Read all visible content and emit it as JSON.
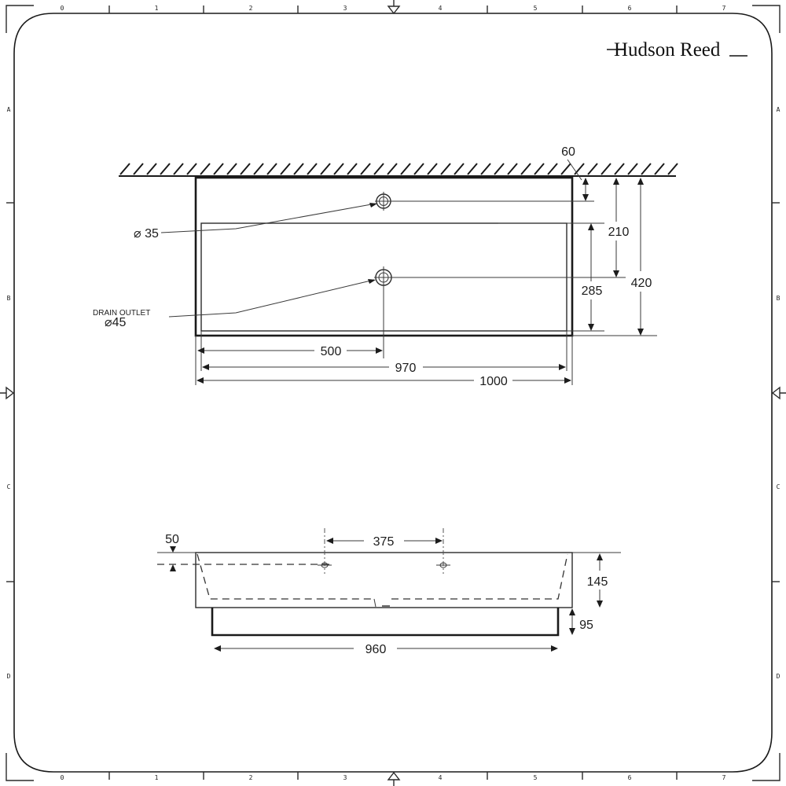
{
  "brand": {
    "name": "Hudson Reed"
  },
  "grid": {
    "columns": [
      "0",
      "1",
      "2",
      "3",
      "4",
      "5",
      "6",
      "7"
    ],
    "rows": [
      "A",
      "B",
      "C",
      "D"
    ]
  },
  "plan_view": {
    "tap_hole_label": "⌀ 35",
    "drain_outlet_title": "DRAIN OUTLET",
    "drain_outlet_label": "⌀45",
    "dimensions": {
      "tap_from_wall": "60",
      "drain_from_wall": "210",
      "bowl_depth": "285",
      "overall_depth": "420",
      "drain_offset": "500",
      "bowl_width": "970",
      "overall_width": "1000"
    }
  },
  "side_view": {
    "dimensions": {
      "hole_drop": "50",
      "hole_spacing": "375",
      "basin_height": "145",
      "base_height": "95",
      "base_width": "960"
    }
  }
}
